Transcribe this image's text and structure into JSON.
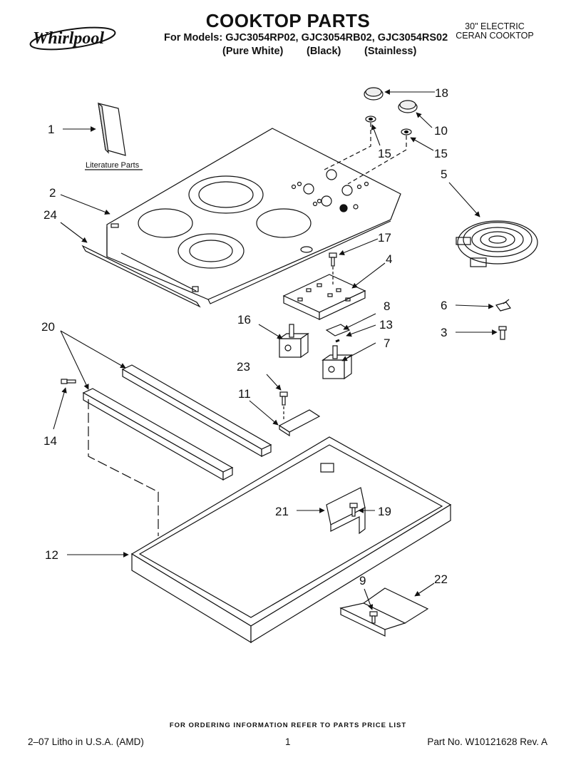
{
  "brand": "Whirlpool",
  "header": {
    "title": "COOKTOP PARTS",
    "models": "For Models: GJC3054RP02, GJC3054RB02, GJC3054RS02",
    "variants": [
      "(Pure White)",
      "(Black)",
      "(Stainless)"
    ],
    "product_line1": "30\" ELECTRIC",
    "product_line2": "CERAN COOKTOP"
  },
  "callouts": {
    "c1": "1",
    "c2": "2",
    "c3": "3",
    "c4": "4",
    "c5": "5",
    "c6": "6",
    "c7": "7",
    "c8": "8",
    "c9": "9",
    "c10": "10",
    "c11": "11",
    "c12": "12",
    "c13": "13",
    "c14": "14",
    "c15a": "15",
    "c15b": "15",
    "c16": "16",
    "c17": "17",
    "c18": "18",
    "c19": "19",
    "c20": "20",
    "c21": "21",
    "c22": "22",
    "c23": "23",
    "c24": "24"
  },
  "literature_label": "Literature Parts",
  "footer": {
    "ordering": "FOR ORDERING INFORMATION REFER TO PARTS PRICE LIST",
    "litho": "2–07 Litho in U.S.A. (AMD)",
    "page": "1",
    "part_no": "Part No. W10121628 Rev. A"
  }
}
